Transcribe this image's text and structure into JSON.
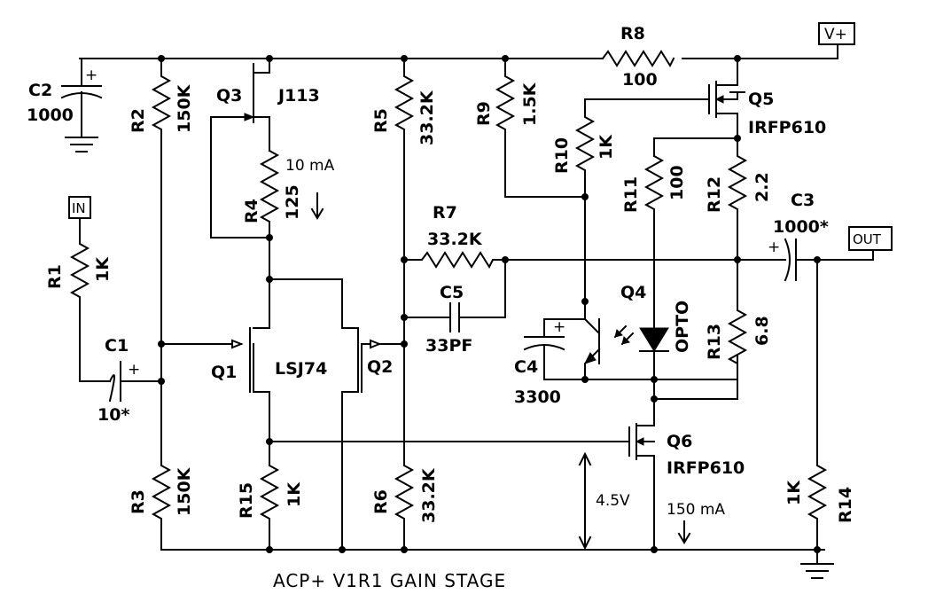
{
  "title": "ACP+ V1R1 GAIN STAGE",
  "terminals": {
    "vplus": "V+",
    "input": "IN",
    "output": "OUT"
  },
  "components": {
    "c1": {
      "ref": "C1",
      "value": "10*"
    },
    "c2": {
      "ref": "C2",
      "value": "1000"
    },
    "c3": {
      "ref": "C3",
      "value": "1000*"
    },
    "c4": {
      "ref": "C4",
      "value": "3300"
    },
    "c5": {
      "ref": "C5",
      "value": "33PF"
    },
    "r1": {
      "ref": "R1",
      "value": "1K"
    },
    "r2": {
      "ref": "R2",
      "value": "150K"
    },
    "r3": {
      "ref": "R3",
      "value": "150K"
    },
    "r4": {
      "ref": "R4",
      "value": "125"
    },
    "r5": {
      "ref": "R5",
      "value": "33.2K"
    },
    "r6": {
      "ref": "R6",
      "value": "33.2K"
    },
    "r7": {
      "ref": "R7",
      "value": "33.2K"
    },
    "r8": {
      "ref": "R8",
      "value": "100"
    },
    "r9": {
      "ref": "R9",
      "value": "1.5K"
    },
    "r10": {
      "ref": "R10",
      "value": "1K"
    },
    "r11": {
      "ref": "R11",
      "value": "100"
    },
    "r12": {
      "ref": "R12",
      "value": "2.2"
    },
    "r13": {
      "ref": "R13",
      "value": "6.8"
    },
    "r14": {
      "ref": "R14",
      "value": "1K"
    },
    "r15": {
      "ref": "R15",
      "value": "1K"
    },
    "q1": {
      "ref": "Q1"
    },
    "q2": {
      "ref": "Q2"
    },
    "q1q2_part": "LSJ74",
    "q3": {
      "ref": "Q3",
      "value": "J113"
    },
    "q4": {
      "ref": "Q4",
      "value": "OPTO"
    },
    "q5": {
      "ref": "Q5",
      "value": "IRFP610"
    },
    "q6": {
      "ref": "Q6",
      "value": "IRFP610"
    }
  },
  "annotations": {
    "polarity_mark": "+",
    "current_q3": "10 mA",
    "current_q6": "150 mA",
    "voltage_q6": "4.5V"
  }
}
